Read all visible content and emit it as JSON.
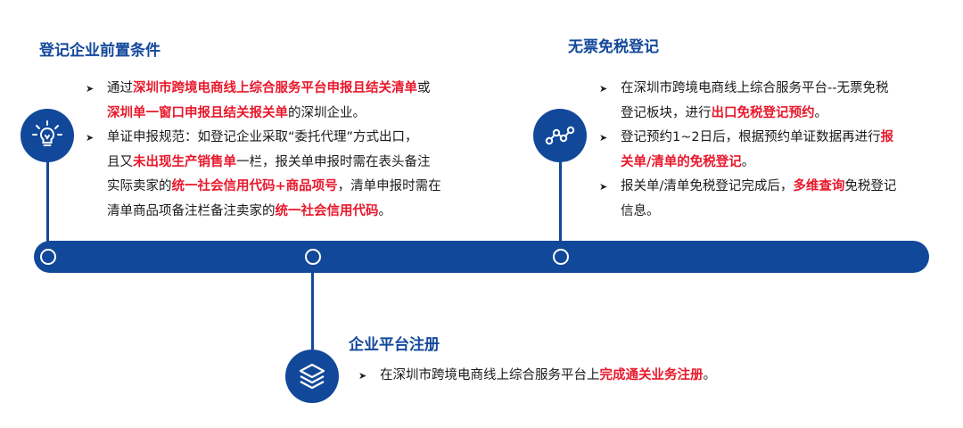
{
  "colors": {
    "accent_blue": "#12489a",
    "heading_blue": "#13489a",
    "highlight_red": "#e8192c"
  },
  "icons": {
    "section1": "lightbulb-icon",
    "section2": "nodes-line-icon",
    "section3": "layers-stack-icon"
  },
  "section1": {
    "title": "登记企业前置条件",
    "bullet1": {
      "l1a": "通过",
      "l1b": "深圳市跨境电商线上综合服务平台申报且结关清单",
      "l1c": "或",
      "l2a": "深圳单一窗口申报且结关报关单",
      "l2b": "的深圳企业。"
    },
    "bullet2": {
      "l1": "单证申报规范：如登记企业采取“委托代理”方式出口，",
      "l2a": "且又",
      "l2b": "未出现生产销售单",
      "l2c": "一栏，报关单申报时需在表头备注",
      "l3a": "实际卖家的",
      "l3b": "统一社会信用代码+商品项号",
      "l3c": "，清单申报时需在",
      "l4a": "清单商品项备注栏备注卖家的",
      "l4b": "统一社会信用代码",
      "l4c": "。"
    }
  },
  "section2": {
    "title": "无票免税登记",
    "bullet1": {
      "l1": "在深圳市跨境电商线上综合服务平台--无票免税",
      "l2a": "登记板块，进行",
      "l2b": "出口免税登记预约",
      "l2c": "。"
    },
    "bullet2": {
      "l1a": "登记预约1~2日后，根据预约单证数据再进行",
      "l1b": "报",
      "l2a": "关单/清单的免税登记",
      "l2b": "。"
    },
    "bullet3": {
      "l1a": "报关单/清单免税登记完成后，",
      "l1b": "多维查询",
      "l1c": "免税登记",
      "l2": "信息。"
    }
  },
  "section3": {
    "title": "企业平台注册",
    "bullet1": {
      "a": "在深圳市跨境电商线上综合服务平台上",
      "b": "完成通关业务注册",
      "c": "。"
    }
  }
}
